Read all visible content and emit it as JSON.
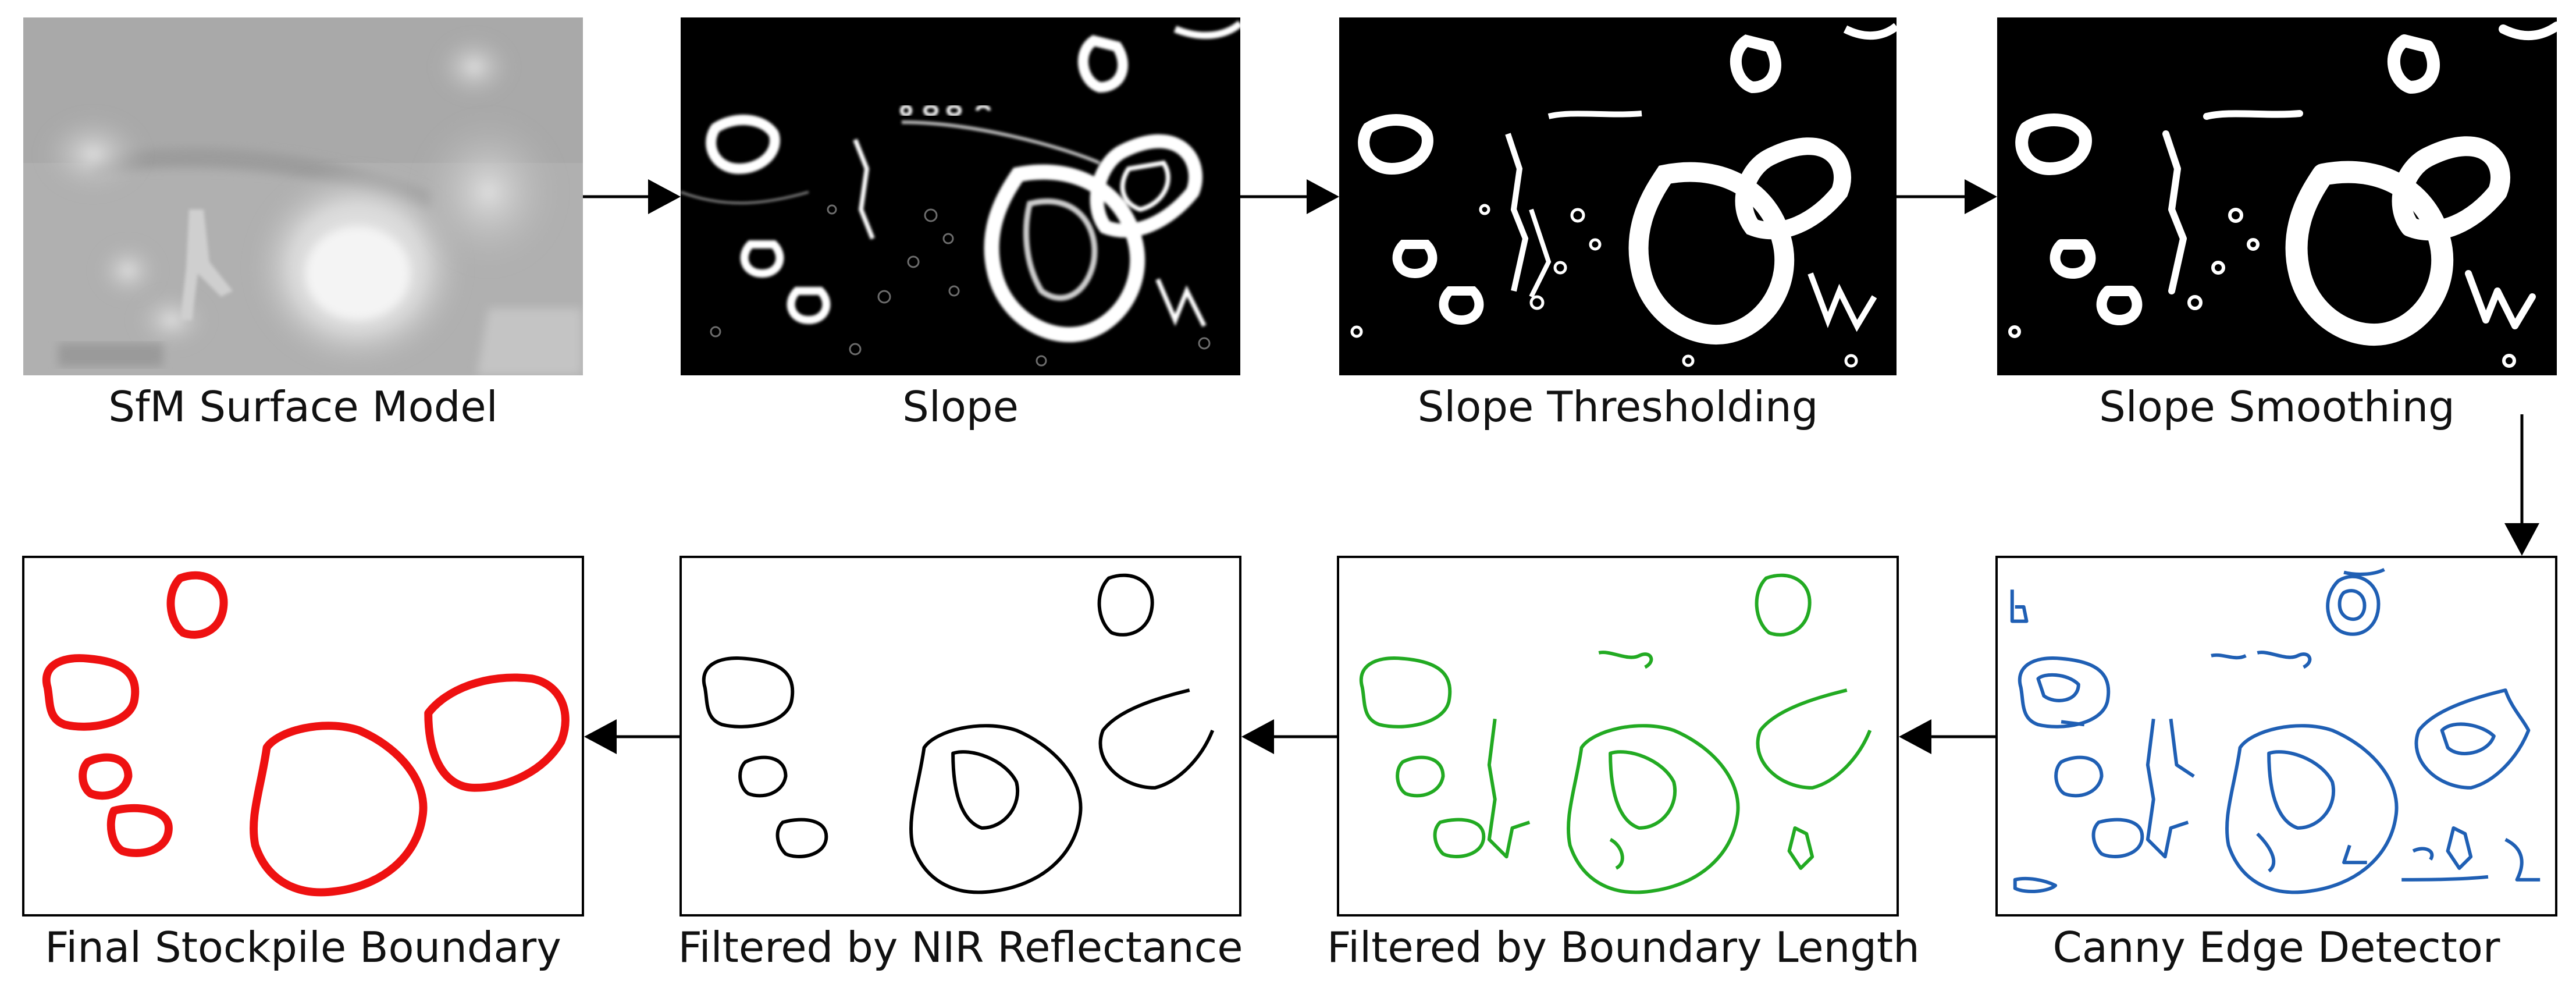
{
  "steps": {
    "sfm": {
      "label": "SfM Surface Model"
    },
    "slope": {
      "label": "Slope"
    },
    "threshold": {
      "label": "Slope Thresholding"
    },
    "smoothing": {
      "label": "Slope Smoothing"
    },
    "canny": {
      "label": "Canny Edge Detector",
      "color": "#1f5fb4"
    },
    "length": {
      "label": "Filtered by Boundary Length",
      "color": "#22aa22"
    },
    "nir": {
      "label": "Filtered by NIR Reflectance",
      "color": "#000000"
    },
    "final": {
      "label": "Final Stockpile Boundary",
      "color": "#ee1111"
    }
  }
}
